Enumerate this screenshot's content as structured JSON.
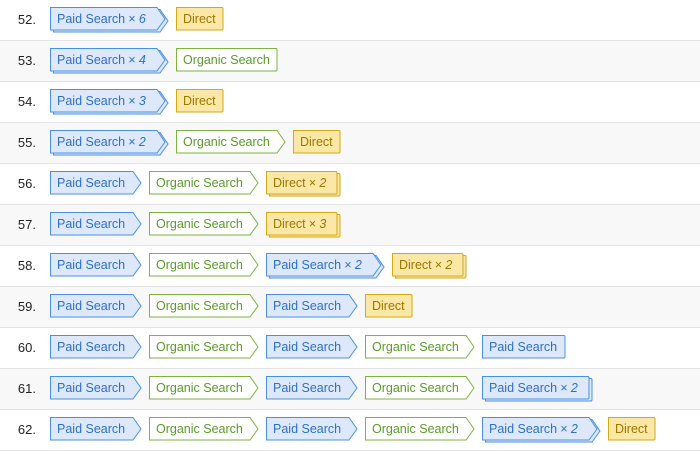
{
  "channel_colors": {
    "paid": {
      "fill": "#dde9fb",
      "stroke": "#4a90e2",
      "text": "#2f6fc6"
    },
    "organic": {
      "fill": "#ffffff",
      "stroke": "#7cb342",
      "text": "#5a9a2a"
    },
    "direct": {
      "fill": "#fbe7a6",
      "stroke": "#d4a914",
      "text": "#9a7800"
    }
  },
  "rows": [
    {
      "num": "52.",
      "steps": [
        {
          "channel": "Paid Search",
          "type": "paid",
          "count": "× 6"
        },
        {
          "channel": "Direct",
          "type": "direct",
          "count": ""
        }
      ]
    },
    {
      "num": "53.",
      "steps": [
        {
          "channel": "Paid Search",
          "type": "paid",
          "count": "× 4"
        },
        {
          "channel": "Organic Search",
          "type": "organic",
          "count": ""
        }
      ]
    },
    {
      "num": "54.",
      "steps": [
        {
          "channel": "Paid Search",
          "type": "paid",
          "count": "× 3"
        },
        {
          "channel": "Direct",
          "type": "direct",
          "count": ""
        }
      ]
    },
    {
      "num": "55.",
      "steps": [
        {
          "channel": "Paid Search",
          "type": "paid",
          "count": "× 2"
        },
        {
          "channel": "Organic Search",
          "type": "organic",
          "count": ""
        },
        {
          "channel": "Direct",
          "type": "direct",
          "count": ""
        }
      ]
    },
    {
      "num": "56.",
      "steps": [
        {
          "channel": "Paid Search",
          "type": "paid",
          "count": ""
        },
        {
          "channel": "Organic Search",
          "type": "organic",
          "count": ""
        },
        {
          "channel": "Direct",
          "type": "direct",
          "count": "× 2"
        }
      ]
    },
    {
      "num": "57.",
      "steps": [
        {
          "channel": "Paid Search",
          "type": "paid",
          "count": ""
        },
        {
          "channel": "Organic Search",
          "type": "organic",
          "count": ""
        },
        {
          "channel": "Direct",
          "type": "direct",
          "count": "× 3"
        }
      ]
    },
    {
      "num": "58.",
      "steps": [
        {
          "channel": "Paid Search",
          "type": "paid",
          "count": ""
        },
        {
          "channel": "Organic Search",
          "type": "organic",
          "count": ""
        },
        {
          "channel": "Paid Search",
          "type": "paid",
          "count": "× 2"
        },
        {
          "channel": "Direct",
          "type": "direct",
          "count": "× 2"
        }
      ]
    },
    {
      "num": "59.",
      "steps": [
        {
          "channel": "Paid Search",
          "type": "paid",
          "count": ""
        },
        {
          "channel": "Organic Search",
          "type": "organic",
          "count": ""
        },
        {
          "channel": "Paid Search",
          "type": "paid",
          "count": ""
        },
        {
          "channel": "Direct",
          "type": "direct",
          "count": ""
        }
      ]
    },
    {
      "num": "60.",
      "steps": [
        {
          "channel": "Paid Search",
          "type": "paid",
          "count": ""
        },
        {
          "channel": "Organic Search",
          "type": "organic",
          "count": ""
        },
        {
          "channel": "Paid Search",
          "type": "paid",
          "count": ""
        },
        {
          "channel": "Organic Search",
          "type": "organic",
          "count": ""
        },
        {
          "channel": "Paid Search",
          "type": "paid",
          "count": ""
        }
      ]
    },
    {
      "num": "61.",
      "steps": [
        {
          "channel": "Paid Search",
          "type": "paid",
          "count": ""
        },
        {
          "channel": "Organic Search",
          "type": "organic",
          "count": ""
        },
        {
          "channel": "Paid Search",
          "type": "paid",
          "count": ""
        },
        {
          "channel": "Organic Search",
          "type": "organic",
          "count": ""
        },
        {
          "channel": "Paid Search",
          "type": "paid",
          "count": "× 2"
        }
      ]
    },
    {
      "num": "62.",
      "steps": [
        {
          "channel": "Paid Search",
          "type": "paid",
          "count": ""
        },
        {
          "channel": "Organic Search",
          "type": "organic",
          "count": ""
        },
        {
          "channel": "Paid Search",
          "type": "paid",
          "count": ""
        },
        {
          "channel": "Organic Search",
          "type": "organic",
          "count": ""
        },
        {
          "channel": "Paid Search",
          "type": "paid",
          "count": "× 2"
        },
        {
          "channel": "Direct",
          "type": "direct",
          "count": ""
        }
      ]
    }
  ]
}
